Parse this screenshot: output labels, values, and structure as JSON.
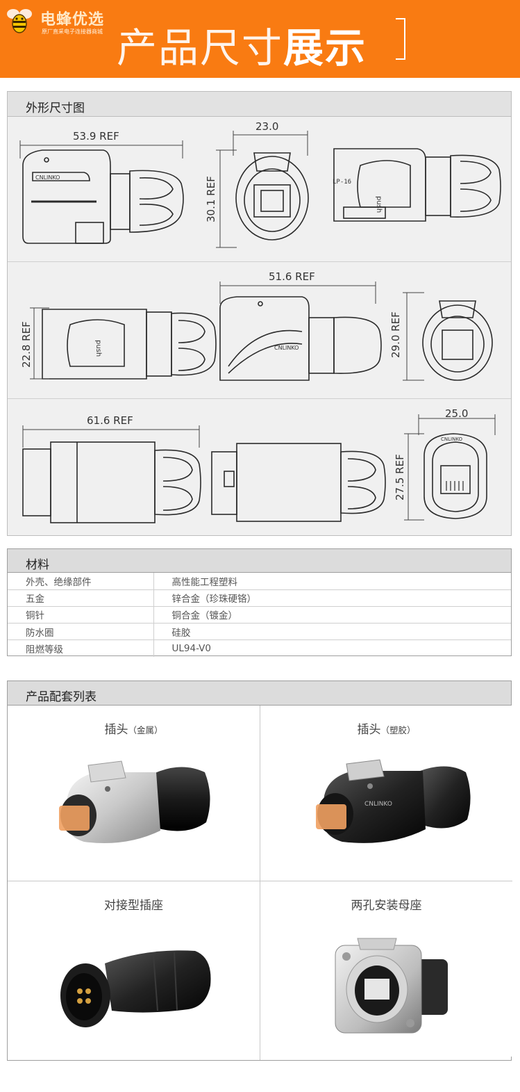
{
  "header": {
    "logo_name": "电蜂优选",
    "logo_sub": "原厂直采电子连接器商城",
    "title_thin": "产品尺寸",
    "title_bold": "展示",
    "logo_icon": "bee-icon"
  },
  "dimensions": {
    "section_title": "外形尺寸图",
    "row1": {
      "a": "53.9 REF",
      "b": "23.0",
      "c": "30.1 REF"
    },
    "row2": {
      "a": "51.6 REF",
      "b": "22.8 REF",
      "c": "29.0 REF"
    },
    "row3": {
      "a": "61.6 REF",
      "b": "25.0",
      "c": "27.5 REF"
    },
    "brand_mark": "CNLINKO",
    "push_mark": "push",
    "lp_mark": "LP-16"
  },
  "materials": {
    "section_title": "材料",
    "rows": [
      {
        "part": "外壳、绝缘部件",
        "material": "高性能工程塑料"
      },
      {
        "part": "五金",
        "material": "锌合金（珍珠硬铬）"
      },
      {
        "part": "铜针",
        "material": "铜合金（镀金）"
      },
      {
        "part": "防水圈",
        "material": "硅胶"
      },
      {
        "part": "阻燃等级",
        "material": "UL94-V0"
      }
    ]
  },
  "products": {
    "section_title": "产品配套列表",
    "items": [
      {
        "name": "插头",
        "note": "（金属）"
      },
      {
        "name": "插头",
        "note": "（塑胶）"
      },
      {
        "name": "对接型插座",
        "note": ""
      },
      {
        "name": "两孔安装母座",
        "note": ""
      }
    ]
  },
  "colors": {
    "banner": "#f97b12",
    "section_bg": "#f0f0f0",
    "header_bg": "#e2e2e2"
  }
}
